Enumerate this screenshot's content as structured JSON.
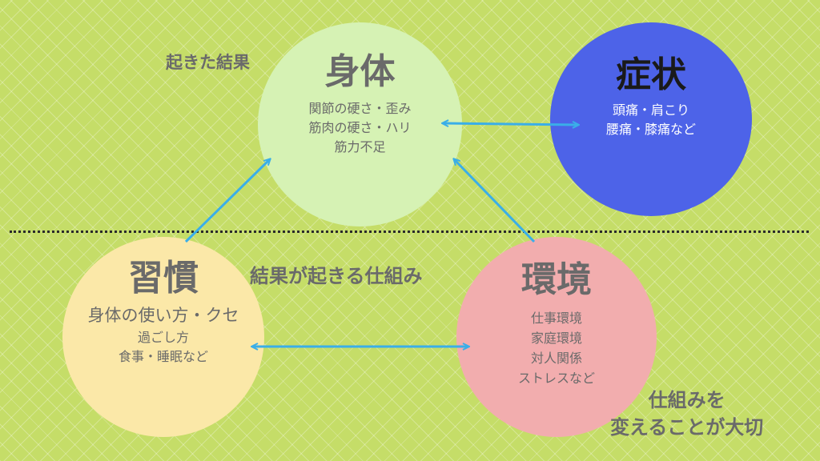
{
  "labels": {
    "result": "起きた結果",
    "mechanism": "結果が起きる仕組み",
    "important_line1": "仕組みを",
    "important_line2": "変えることが大切"
  },
  "nodes": {
    "body": {
      "title": "身体",
      "lines": [
        "関節の硬さ・歪み",
        "筋肉の硬さ・ハリ",
        "筋力不足"
      ],
      "color": "#d6f2b4"
    },
    "symptom": {
      "title": "症状",
      "lines": [
        "頭痛・肩こり",
        "腰痛・膝痛など"
      ],
      "color": "#4d63e8"
    },
    "habit": {
      "title": "習慣",
      "lines": [
        "身体の使い方・クセ",
        "過ごし方",
        "食事・睡眠など"
      ],
      "color": "#fbe8a8"
    },
    "environment": {
      "title": "環境",
      "lines": [
        "仕事環境",
        "家庭環境",
        "対人関係",
        "ストレスなど"
      ],
      "color": "#f2adae"
    }
  },
  "colors": {
    "arrow": "#3aaee8",
    "divider": "#2a2a2a",
    "background": "#c5dd68"
  }
}
